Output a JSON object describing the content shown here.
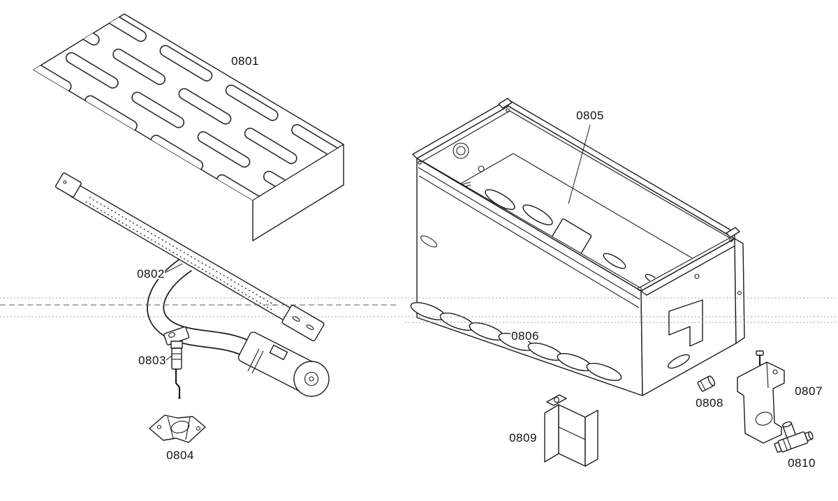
{
  "figure": {
    "colors": {
      "line": "#1c1c1c",
      "background": "#ffffff"
    },
    "labels": {
      "l0801": "0801",
      "l0802": "0802",
      "l0803": "0803",
      "l0804": "0804",
      "l0805": "0805",
      "l0806": "0806",
      "l0807": "0807",
      "l0808": "0808",
      "l0809": "0809",
      "l0810": "0810"
    }
  }
}
